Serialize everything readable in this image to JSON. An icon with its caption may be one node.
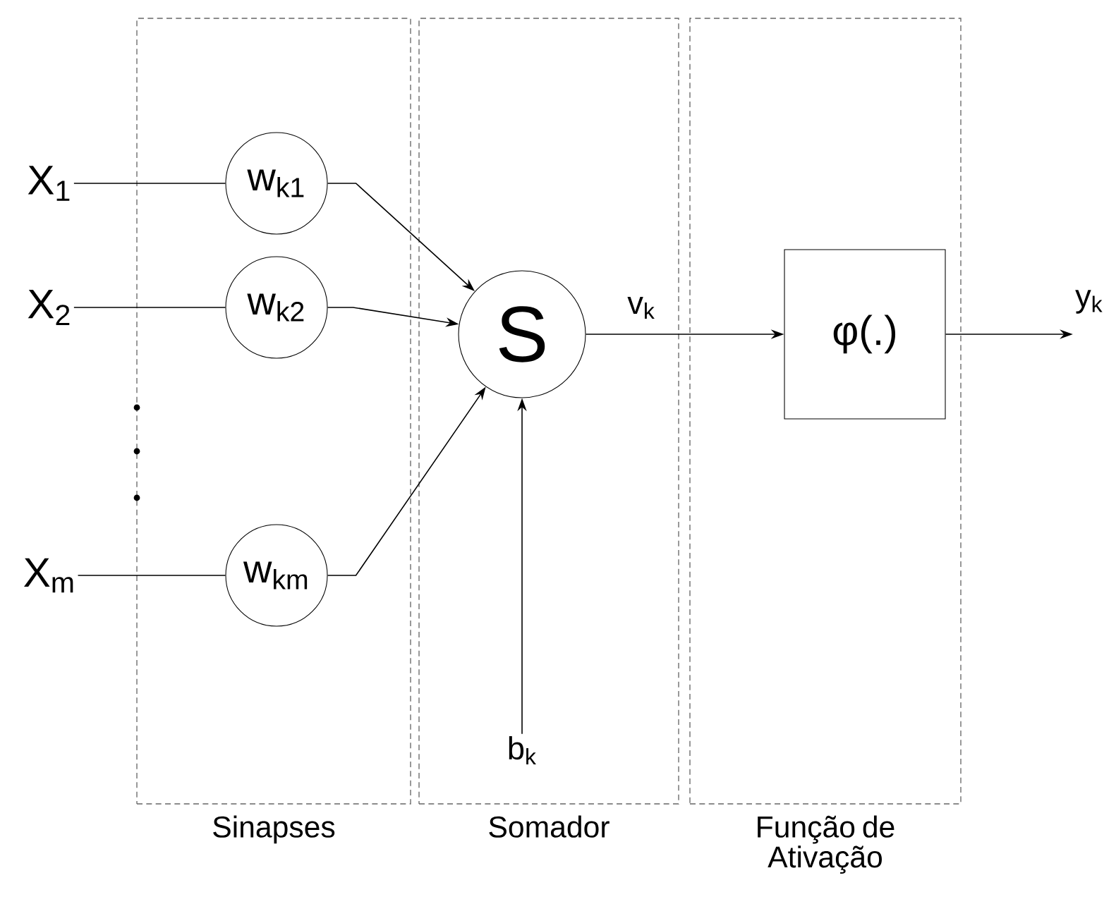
{
  "diagram": {
    "nodes": [
      {
        "text": [
          "Sinapses"
        ]
      },
      {
        "text": [
          "Somador"
        ]
      },
      {
        "text": [
          "Função de Ativação"
        ]
      },
      {
        "text": [
          "X$_{1}$"
        ]
      },
      {
        "text": [
          "X$_{2}$"
        ]
      },
      {
        "text": [
          "X$_{m}$"
        ]
      },
      {
        "text": [
          "w$_{k1}$"
        ],
        "in": 0
      },
      {
        "text": [
          "w$_{k2}$"
        ],
        "in": 0
      },
      {
        "text": [
          "w$_{km}$"
        ],
        "in": 0
      },
      {
        "text": [
          "S"
        ],
        "in": 1
      },
      {
        "text": [
          "b$_{k}$"
        ],
        "in": 1
      },
      {
        "text": [
          "φ(.)"
        ],
        "in": 2
      },
      {
        "text": [
          "y$_{k}$"
        ]
      }
    ],
    "edges": [
      {
        "from": 3,
        "to": 6,
        "arrow": "none"
      },
      {
        "from": 4,
        "to": 7,
        "arrow": "none"
      },
      {
        "from": 5,
        "to": 8,
        "arrow": "none"
      },
      {
        "from": 6,
        "to": 9,
        "arrow": "to"
      },
      {
        "from": 7,
        "to": 9,
        "arrow": "to"
      },
      {
        "from": 8,
        "to": 9,
        "arrow": "to"
      },
      {
        "from": 10,
        "to": 9,
        "arrow": "to"
      },
      {
        "from": 9,
        "to": 11,
        "arrow": "to",
        "label": "v$_{k}$"
      },
      {
        "from": 11,
        "to": 12,
        "arrow": "to"
      }
    ]
  }
}
